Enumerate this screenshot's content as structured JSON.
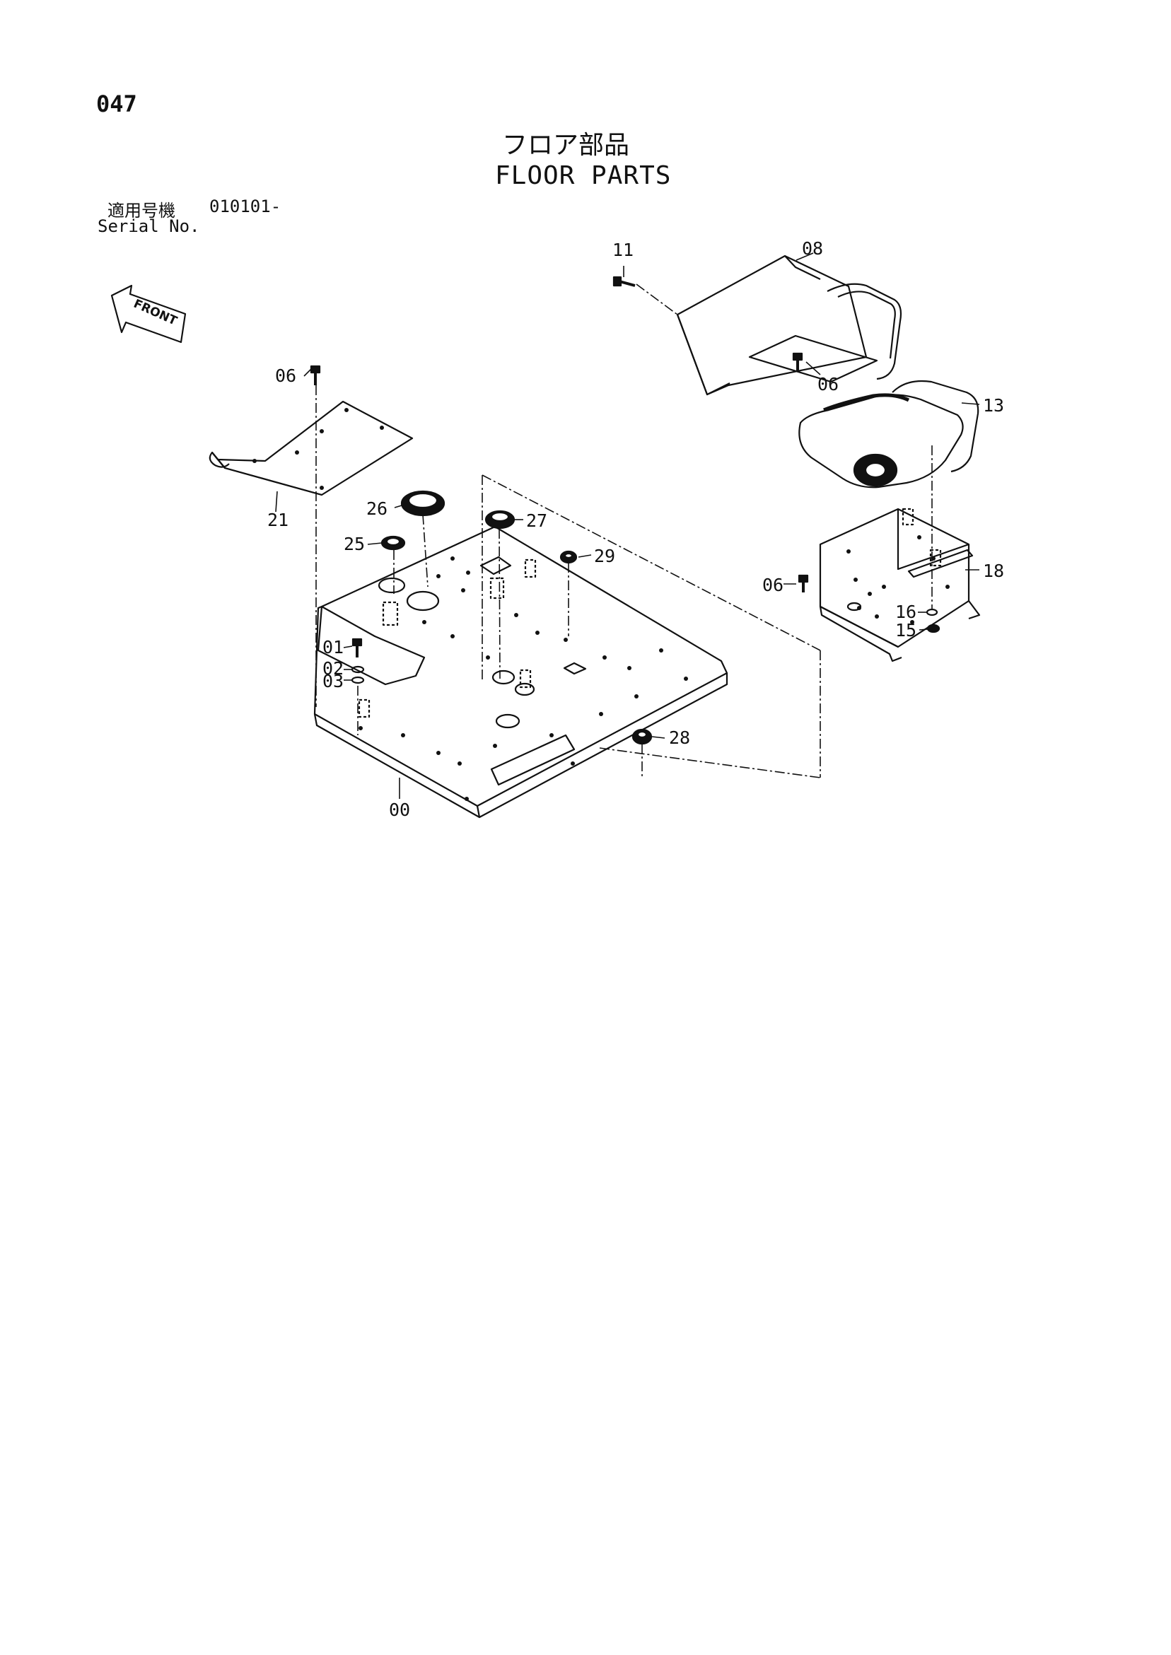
{
  "header": {
    "page_number": "047",
    "title_jp": "フロア部品",
    "title_en": "FLOOR PARTS",
    "serial_label_jp": "適用号機",
    "serial_value": "010101-",
    "serial_label_en": "Serial No."
  },
  "diagram": {
    "front_label": "FRONT",
    "callouts": {
      "c00": "00",
      "c01": "01",
      "c02": "02",
      "c03": "03",
      "c06a": "06",
      "c06b": "06",
      "c06c": "06",
      "c08": "08",
      "c11": "11",
      "c13": "13",
      "c15": "15",
      "c16": "16",
      "c18": "18",
      "c21": "21",
      "c25": "25",
      "c26": "26",
      "c27": "27",
      "c28": "28",
      "c29": "29"
    }
  }
}
